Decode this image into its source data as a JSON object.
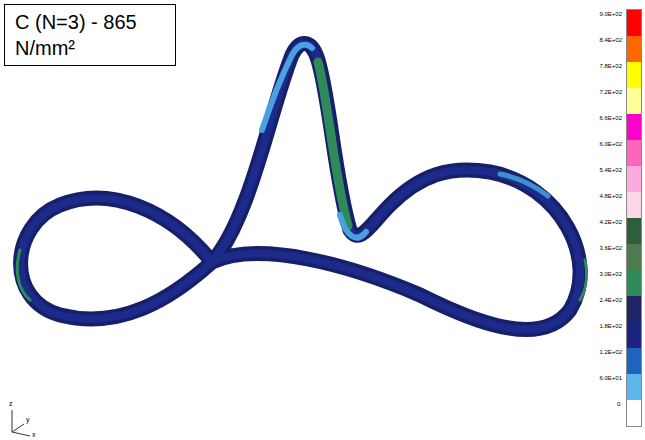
{
  "diagram": {
    "nodes": [
      {
        "text": [
          "C (N=3) - 865 N/mm²"
        ]
      }
    ],
    "labels": [
      "z",
      "y",
      "x"
    ],
    "legend": [
      {
        "text": "9.0E+02",
        "color": "#ff0000"
      },
      {
        "text": "8.4E+02",
        "color": "#ff6600"
      },
      {
        "text": "7.8E+02",
        "color": "#ffff00"
      },
      {
        "text": "7.2E+02",
        "color": "#ffff99"
      },
      {
        "text": "6.6E+02",
        "color": "#ff00cc"
      },
      {
        "text": "6.0E+02",
        "color": "#ff66bb"
      },
      {
        "text": "5.4E+02",
        "color": "#ffaadd"
      },
      {
        "text": "4.8E+02",
        "color": "#ffd6e8"
      },
      {
        "text": "4.2E+02",
        "color": "#2f5f3a"
      },
      {
        "text": "3.6E+02",
        "color": "#4f7a4f"
      },
      {
        "text": "3.0E+02",
        "color": "#2e8b57"
      },
      {
        "text": "2.4E+02",
        "color": "#1f2466"
      },
      {
        "text": "1.8E+02",
        "color": "#1a237e"
      },
      {
        "text": "1.2E+02",
        "color": "#1e63c0"
      },
      {
        "text": "6.0E+01",
        "color": "#5cb8ec"
      },
      {
        "text": "0.",
        "color": "#ffffff"
      }
    ]
  }
}
